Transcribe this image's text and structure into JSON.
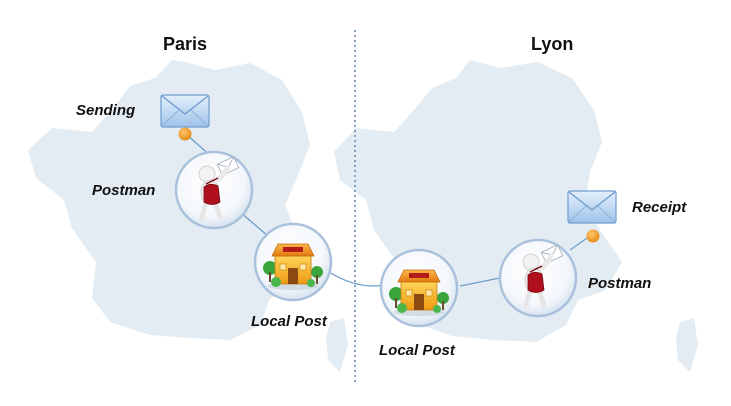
{
  "left_panel": {
    "city": "Paris",
    "sending_label": "Sending",
    "postman_label": "Postman",
    "local_post_label": "Local Post"
  },
  "right_panel": {
    "city": "Lyon",
    "receipt_label": "Receipt",
    "postman_label": "Postman",
    "local_post_label": "Local Post"
  },
  "colors": {
    "map_fill": "#e3ecf2",
    "divider": "#5d86b0",
    "connector": "#6f9ec7",
    "orange_dot": "#f2a13a",
    "envelope": "#a8c8ec",
    "building": "#f3a61b",
    "parcel_red": "#b0101e"
  },
  "icons": [
    "envelope-icon",
    "postman-icon",
    "post-office-icon"
  ]
}
